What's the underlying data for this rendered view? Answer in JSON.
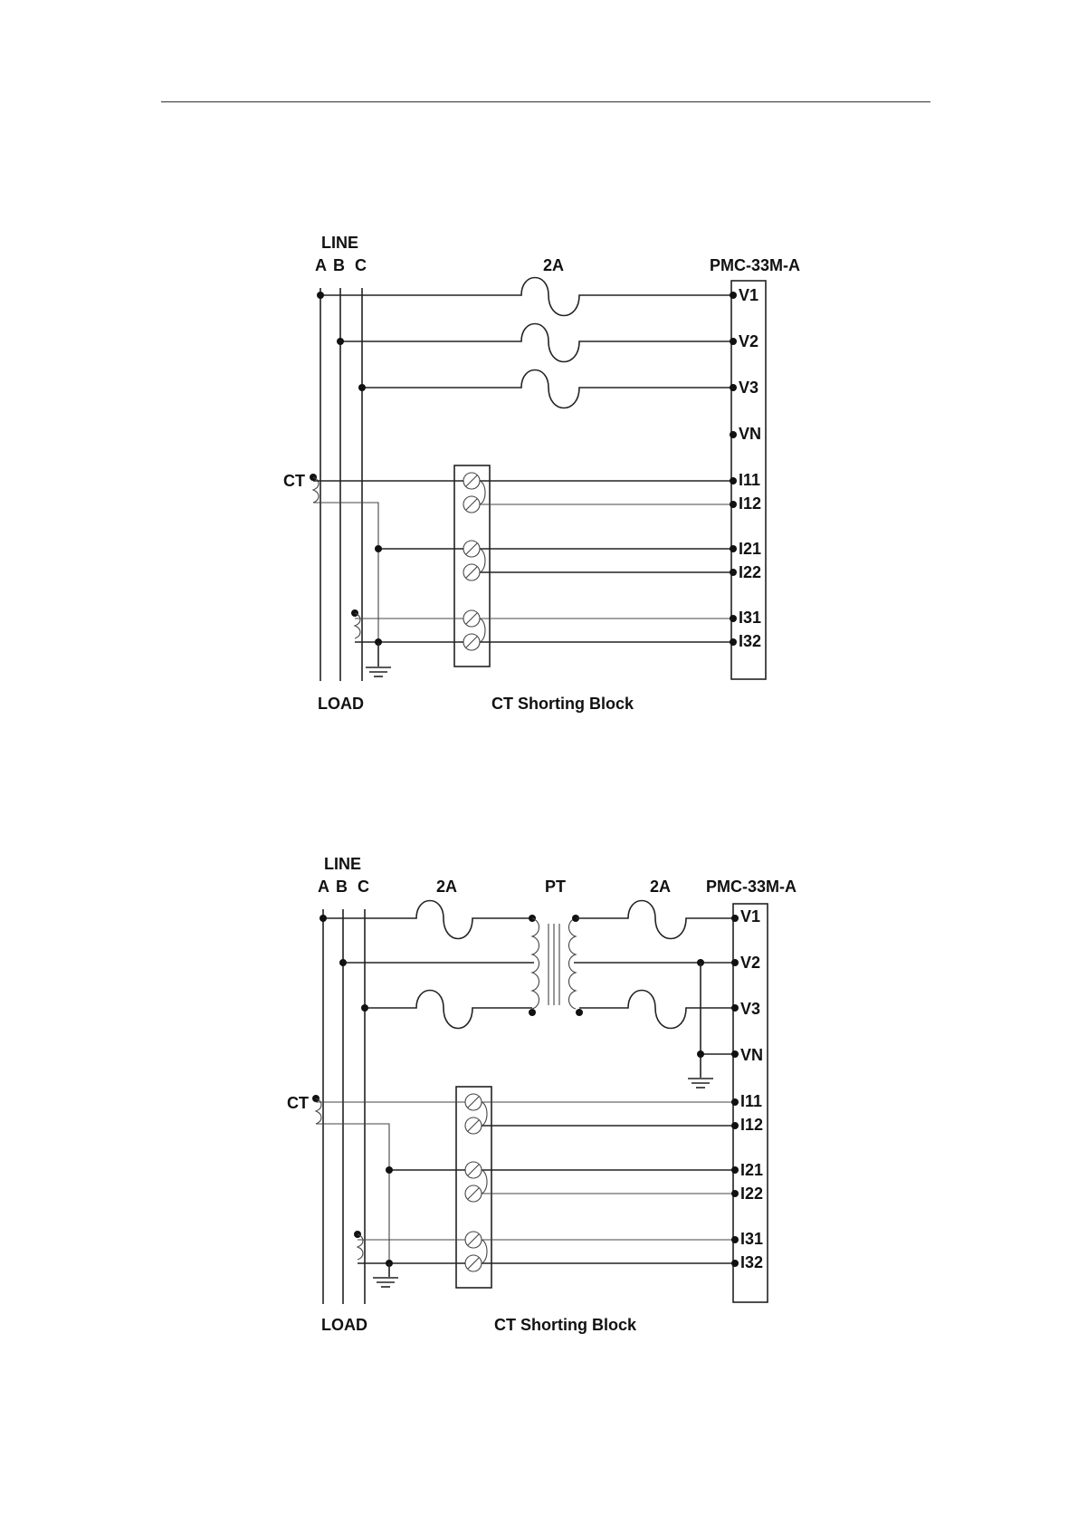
{
  "diagrams": [
    {
      "line_label": "LINE",
      "phases": [
        "A",
        "B",
        "C"
      ],
      "fuse_label": "2A",
      "meter_label": "PMC-33M-A",
      "ct_label": "CT",
      "load_label": "LOAD",
      "block_label": "CT Shorting Block",
      "terminals": [
        "V1",
        "V2",
        "V3",
        "VN",
        "I11",
        "I12",
        "I21",
        "I22",
        "I31",
        "I32"
      ]
    },
    {
      "line_label": "LINE",
      "phases": [
        "A",
        "B",
        "C"
      ],
      "fuse_label_left": "2A",
      "pt_label": "PT",
      "fuse_label_right": "2A",
      "meter_label": "PMC-33M-A",
      "ct_label": "CT",
      "load_label": "LOAD",
      "block_label": "CT Shorting Block",
      "terminals": [
        "V1",
        "V2",
        "V3",
        "VN",
        "I11",
        "I12",
        "I21",
        "I22",
        "I31",
        "I32"
      ]
    }
  ]
}
